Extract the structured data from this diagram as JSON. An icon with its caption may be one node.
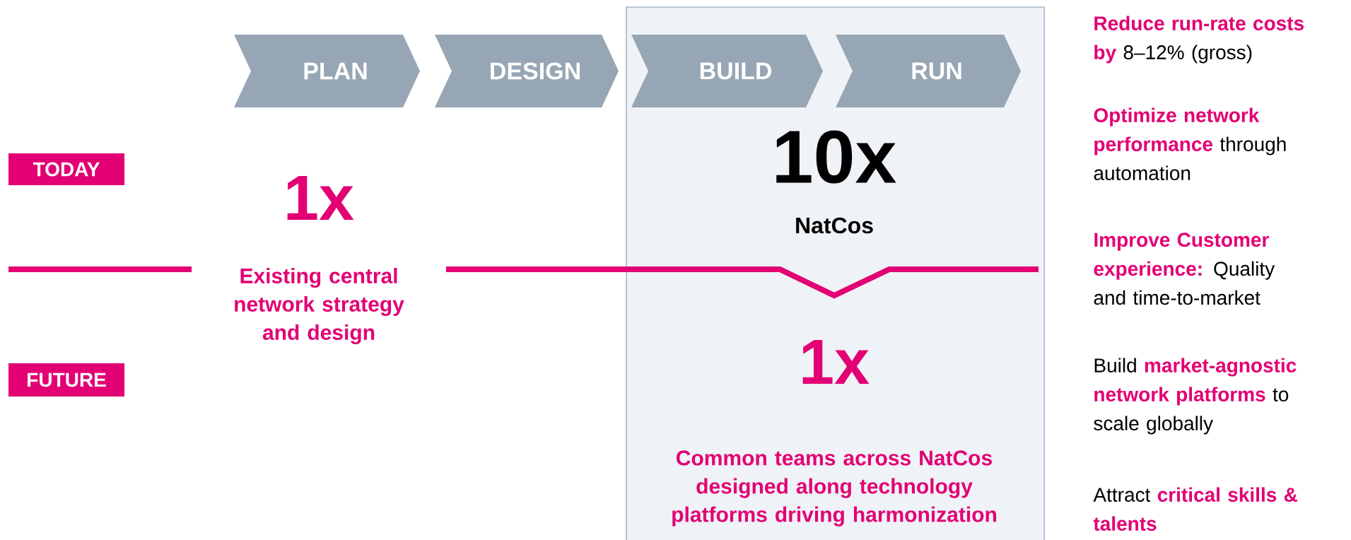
{
  "diagram": {
    "nodes": [
      {
        "text": [
          "PLAN"
        ]
      },
      {
        "text": [
          "DESIGN"
        ]
      },
      {
        "text": [
          "BUILD"
        ]
      },
      {
        "text": [
          "RUN"
        ]
      },
      {
        "text": [
          "TODAY"
        ]
      },
      {
        "text": [
          "FUTURE"
        ]
      }
    ],
    "labels": [
      "1x",
      "Existing central network strategy and design",
      "10x",
      "NatCos",
      "1x",
      "Common teams across NatCos designed along technology platforms driving harmonization",
      "**Reduce run-rate costs by** 8–12% (gross)",
      "**Optimize network performance** through automation",
      "**Improve Customer experience:** Quality and time-to-market",
      "Build **market-agnostic network platforms** to scale globally",
      "Attract **critical skills & talents**"
    ]
  }
}
